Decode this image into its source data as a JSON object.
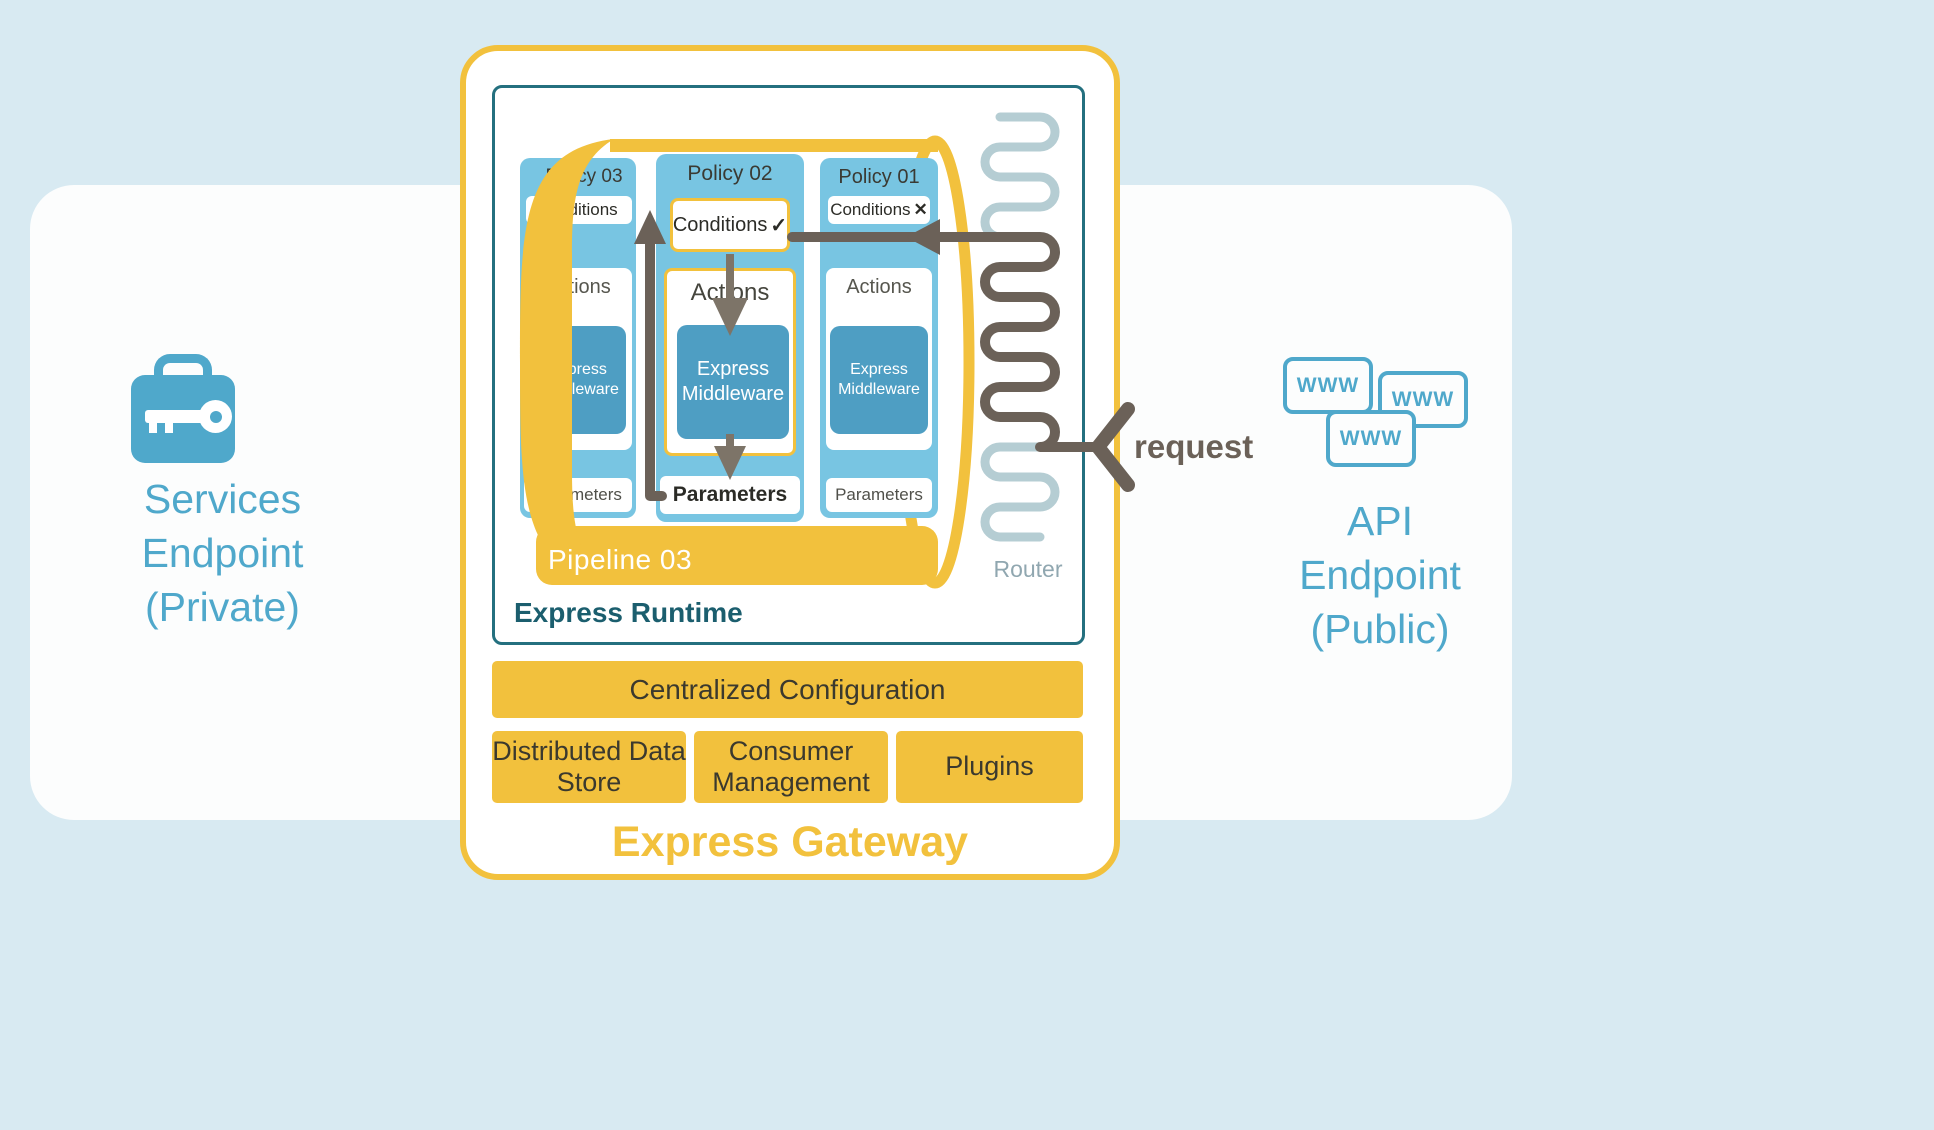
{
  "endpoints": {
    "services": {
      "line1": "Services",
      "line2": "Endpoint",
      "line3": "(Private)"
    },
    "api": {
      "line1": "API",
      "line2": "Endpoint",
      "line3": "(Public)"
    },
    "www_label": "WWW"
  },
  "request_label": "request",
  "gateway": {
    "title": "Express Gateway",
    "runtime": {
      "title": "Express Runtime",
      "pipeline_label": "Pipeline 03",
      "router_label": "Router",
      "policies": [
        {
          "title": "Policy 03",
          "conditions_label": "Conditions",
          "conditions_mark": "",
          "actions_label": "Actions",
          "middleware_label": "Express Middleware",
          "parameters_label": "Parameters"
        },
        {
          "title": "Policy 02",
          "conditions_label": "Conditions",
          "conditions_mark": "✓",
          "actions_label": "Actions",
          "middleware_label": "Express Middleware",
          "parameters_label": "Parameters"
        },
        {
          "title": "Policy 01",
          "conditions_label": "Conditions",
          "conditions_mark": "✕",
          "actions_label": "Actions",
          "middleware_label": "Express Middleware",
          "parameters_label": "Parameters"
        }
      ]
    },
    "config_label": "Centralized Configuration",
    "modules": [
      {
        "label": "Distributed Data Store"
      },
      {
        "label": "Consumer Management"
      },
      {
        "label": "Plugins"
      }
    ]
  },
  "colors": {
    "page_bg": "#d8eaf2",
    "band_bg": "#fcfdfd",
    "yellow": "#f2c13d",
    "card_blue": "#78c5e2",
    "middleware_blue": "#4e9ec3",
    "teal": "#24707f",
    "endpoint_blue": "#4fa8cb",
    "arrow_dark": "#6b6158",
    "router_gray": "#b5cdd3"
  }
}
